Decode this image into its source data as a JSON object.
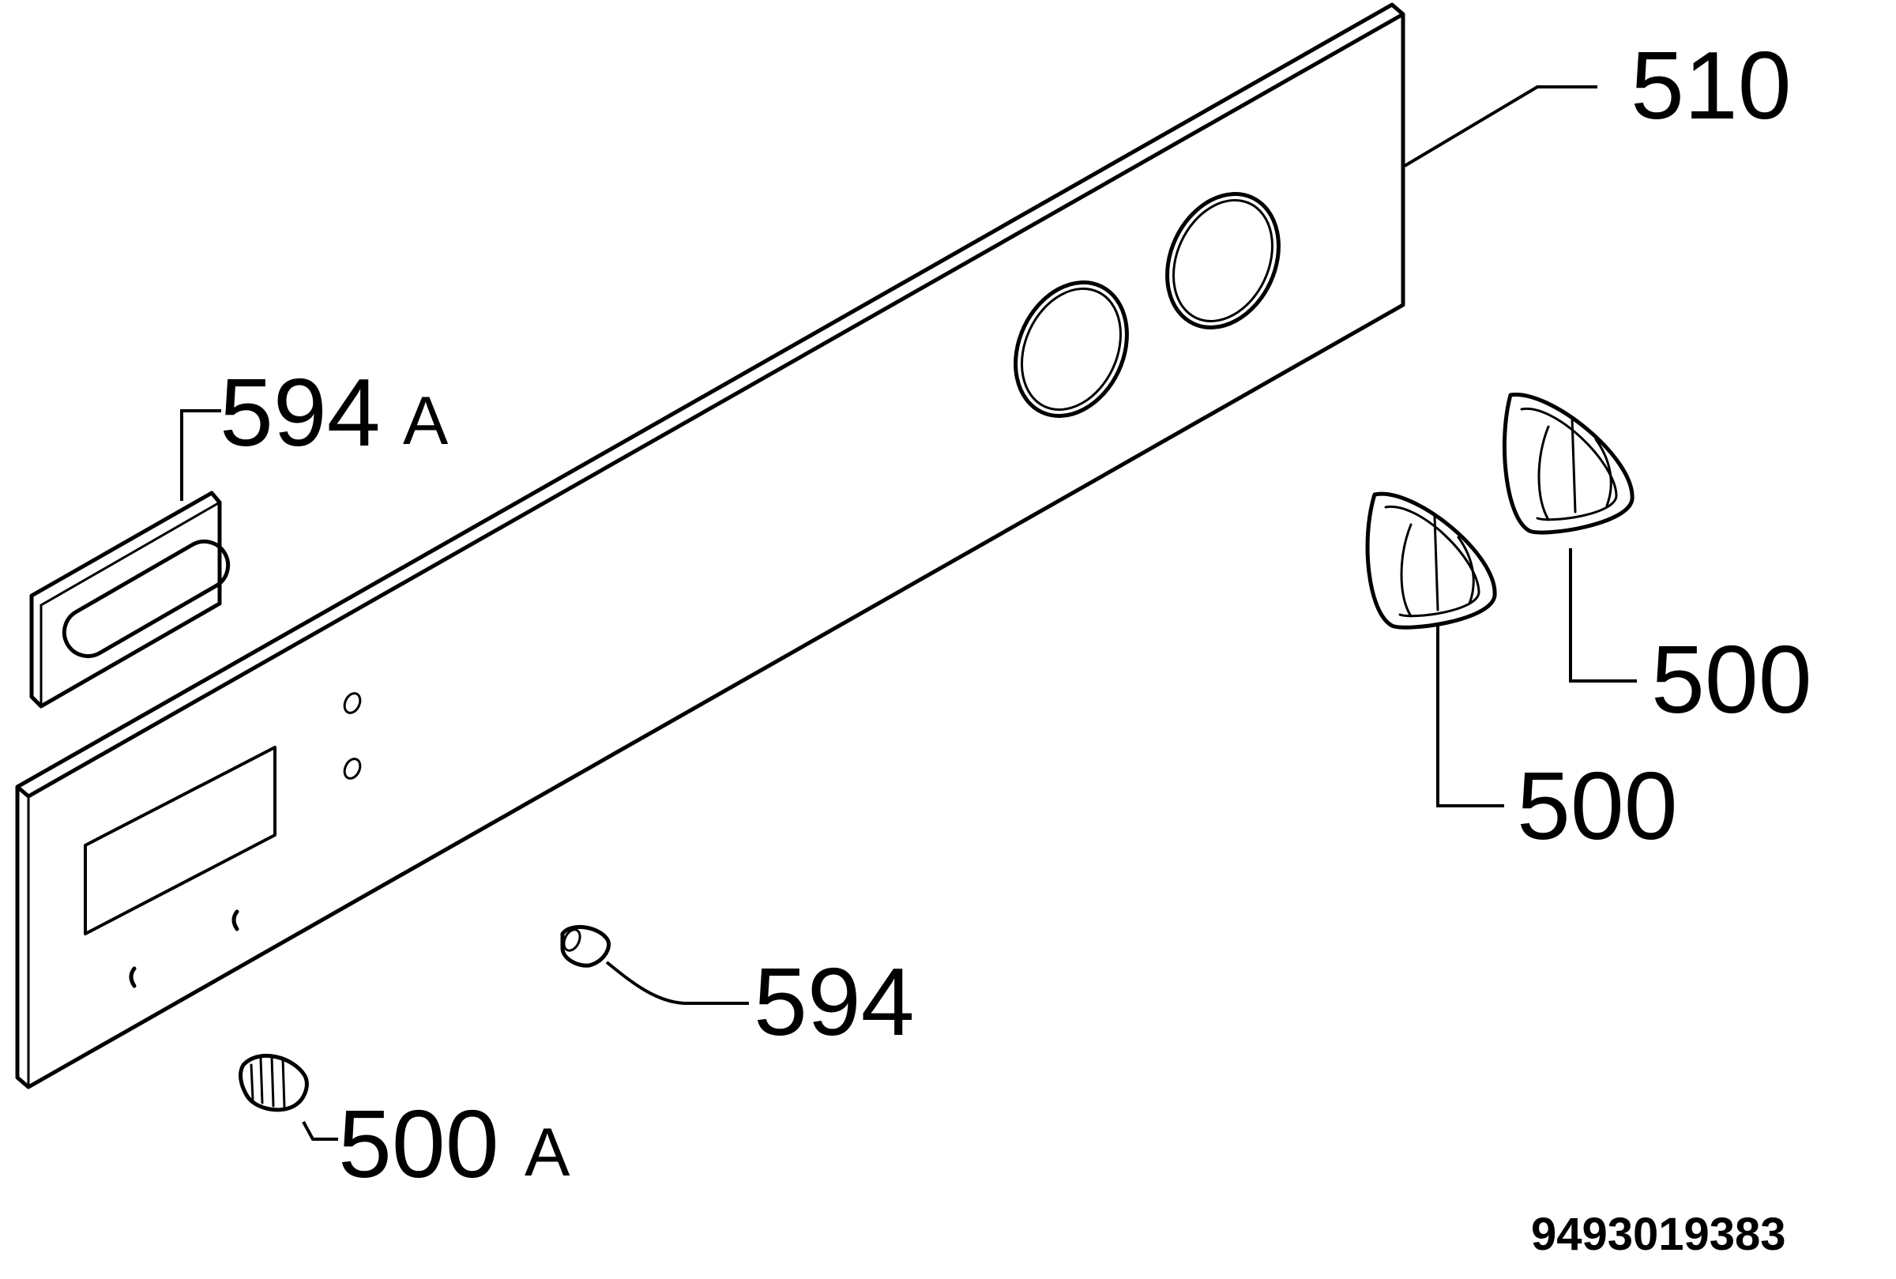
{
  "callouts": {
    "panel": "510",
    "knob_rear": "500",
    "knob_front": "500",
    "trim_strip": "594",
    "trim_strip_suffix": "A",
    "button": "594",
    "small_knob": "500",
    "small_knob_suffix": "A"
  },
  "document_number": "9493019383",
  "colors": {
    "line": "#000000",
    "background": "#ffffff"
  }
}
